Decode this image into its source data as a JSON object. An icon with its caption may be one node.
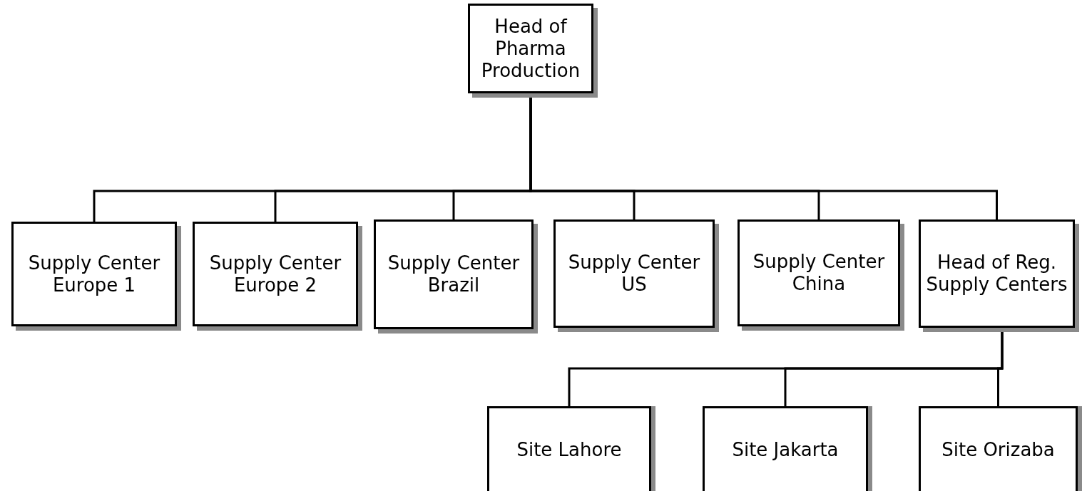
{
  "diagram": {
    "nodes": [
      {
        "text": [
          "Head of Pharma Production"
        ]
      },
      {
        "text": [
          "Supply Center Europe 1"
        ]
      },
      {
        "text": [
          "Supply Center Europe 2"
        ]
      },
      {
        "text": [
          "Supply Center Brazil"
        ]
      },
      {
        "text": [
          "Supply Center US"
        ]
      },
      {
        "text": [
          "Supply Center China"
        ]
      },
      {
        "text": [
          "Head of Reg. Supply Centers"
        ]
      },
      {
        "text": [
          "Site Lahore"
        ]
      },
      {
        "text": [
          "Site Jakarta"
        ]
      },
      {
        "text": [
          "Site Orizaba"
        ]
      }
    ],
    "edges": [
      {
        "from": 0,
        "to": 1,
        "arrow": "none"
      },
      {
        "from": 0,
        "to": 2,
        "arrow": "none"
      },
      {
        "from": 0,
        "to": 3,
        "arrow": "none"
      },
      {
        "from": 0,
        "to": 4,
        "arrow": "none"
      },
      {
        "from": 0,
        "to": 5,
        "arrow": "none"
      },
      {
        "from": 0,
        "to": 6,
        "arrow": "none"
      },
      {
        "from": 6,
        "to": 7,
        "arrow": "none"
      },
      {
        "from": 6,
        "to": 8,
        "arrow": "none"
      },
      {
        "from": 6,
        "to": 9,
        "arrow": "none"
      }
    ]
  }
}
